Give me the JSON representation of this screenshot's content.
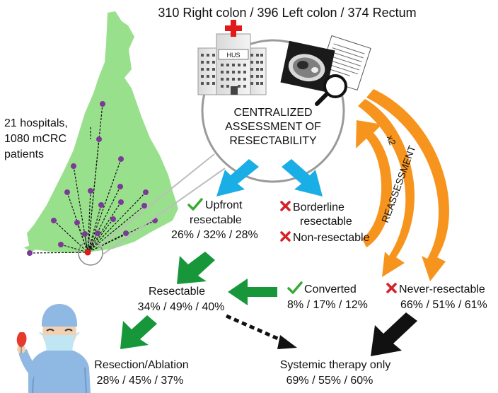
{
  "header": {
    "title": "310 Right colon / 396 Left colon / 374 Rectum"
  },
  "map_label": {
    "line1": "21 hospitals,",
    "line2": "1080 mCRC",
    "line3": "patients"
  },
  "hospital": {
    "sign": "HUS"
  },
  "center": {
    "line1": "CENTRALIZED",
    "line2": "ASSESSMENT OF",
    "line3": "RESECTABILITY"
  },
  "reassessment": {
    "label": "REASSESSMENT",
    "times": "x2"
  },
  "upfront": {
    "line1": "Upfront",
    "line2": "resectable",
    "pct": "26% / 32% / 28%"
  },
  "borderline": {
    "line1": "Borderline",
    "line2": "resectable"
  },
  "nonresectable": {
    "label": "Non-resectable"
  },
  "resectable": {
    "label": "Resectable",
    "pct": "34% / 49% / 40%"
  },
  "converted": {
    "label": "Converted",
    "pct": "8% / 17% / 12%"
  },
  "never": {
    "label": "Never-resectable",
    "pct": "66% / 51% / 61%"
  },
  "resection": {
    "label": "Resection/Ablation",
    "pct": "28% / 45% / 37%"
  },
  "systemic": {
    "label": "Systemic therapy only",
    "pct": "69% / 55% / 60%"
  },
  "colors": {
    "map": "#99e08c",
    "dot": "#7b3a96",
    "hub": "#e01a1a",
    "blue": "#1aaee6",
    "green": "#17973a",
    "orange": "#f7941d",
    "check": "#3aaa35",
    "cross": "#d62027"
  }
}
